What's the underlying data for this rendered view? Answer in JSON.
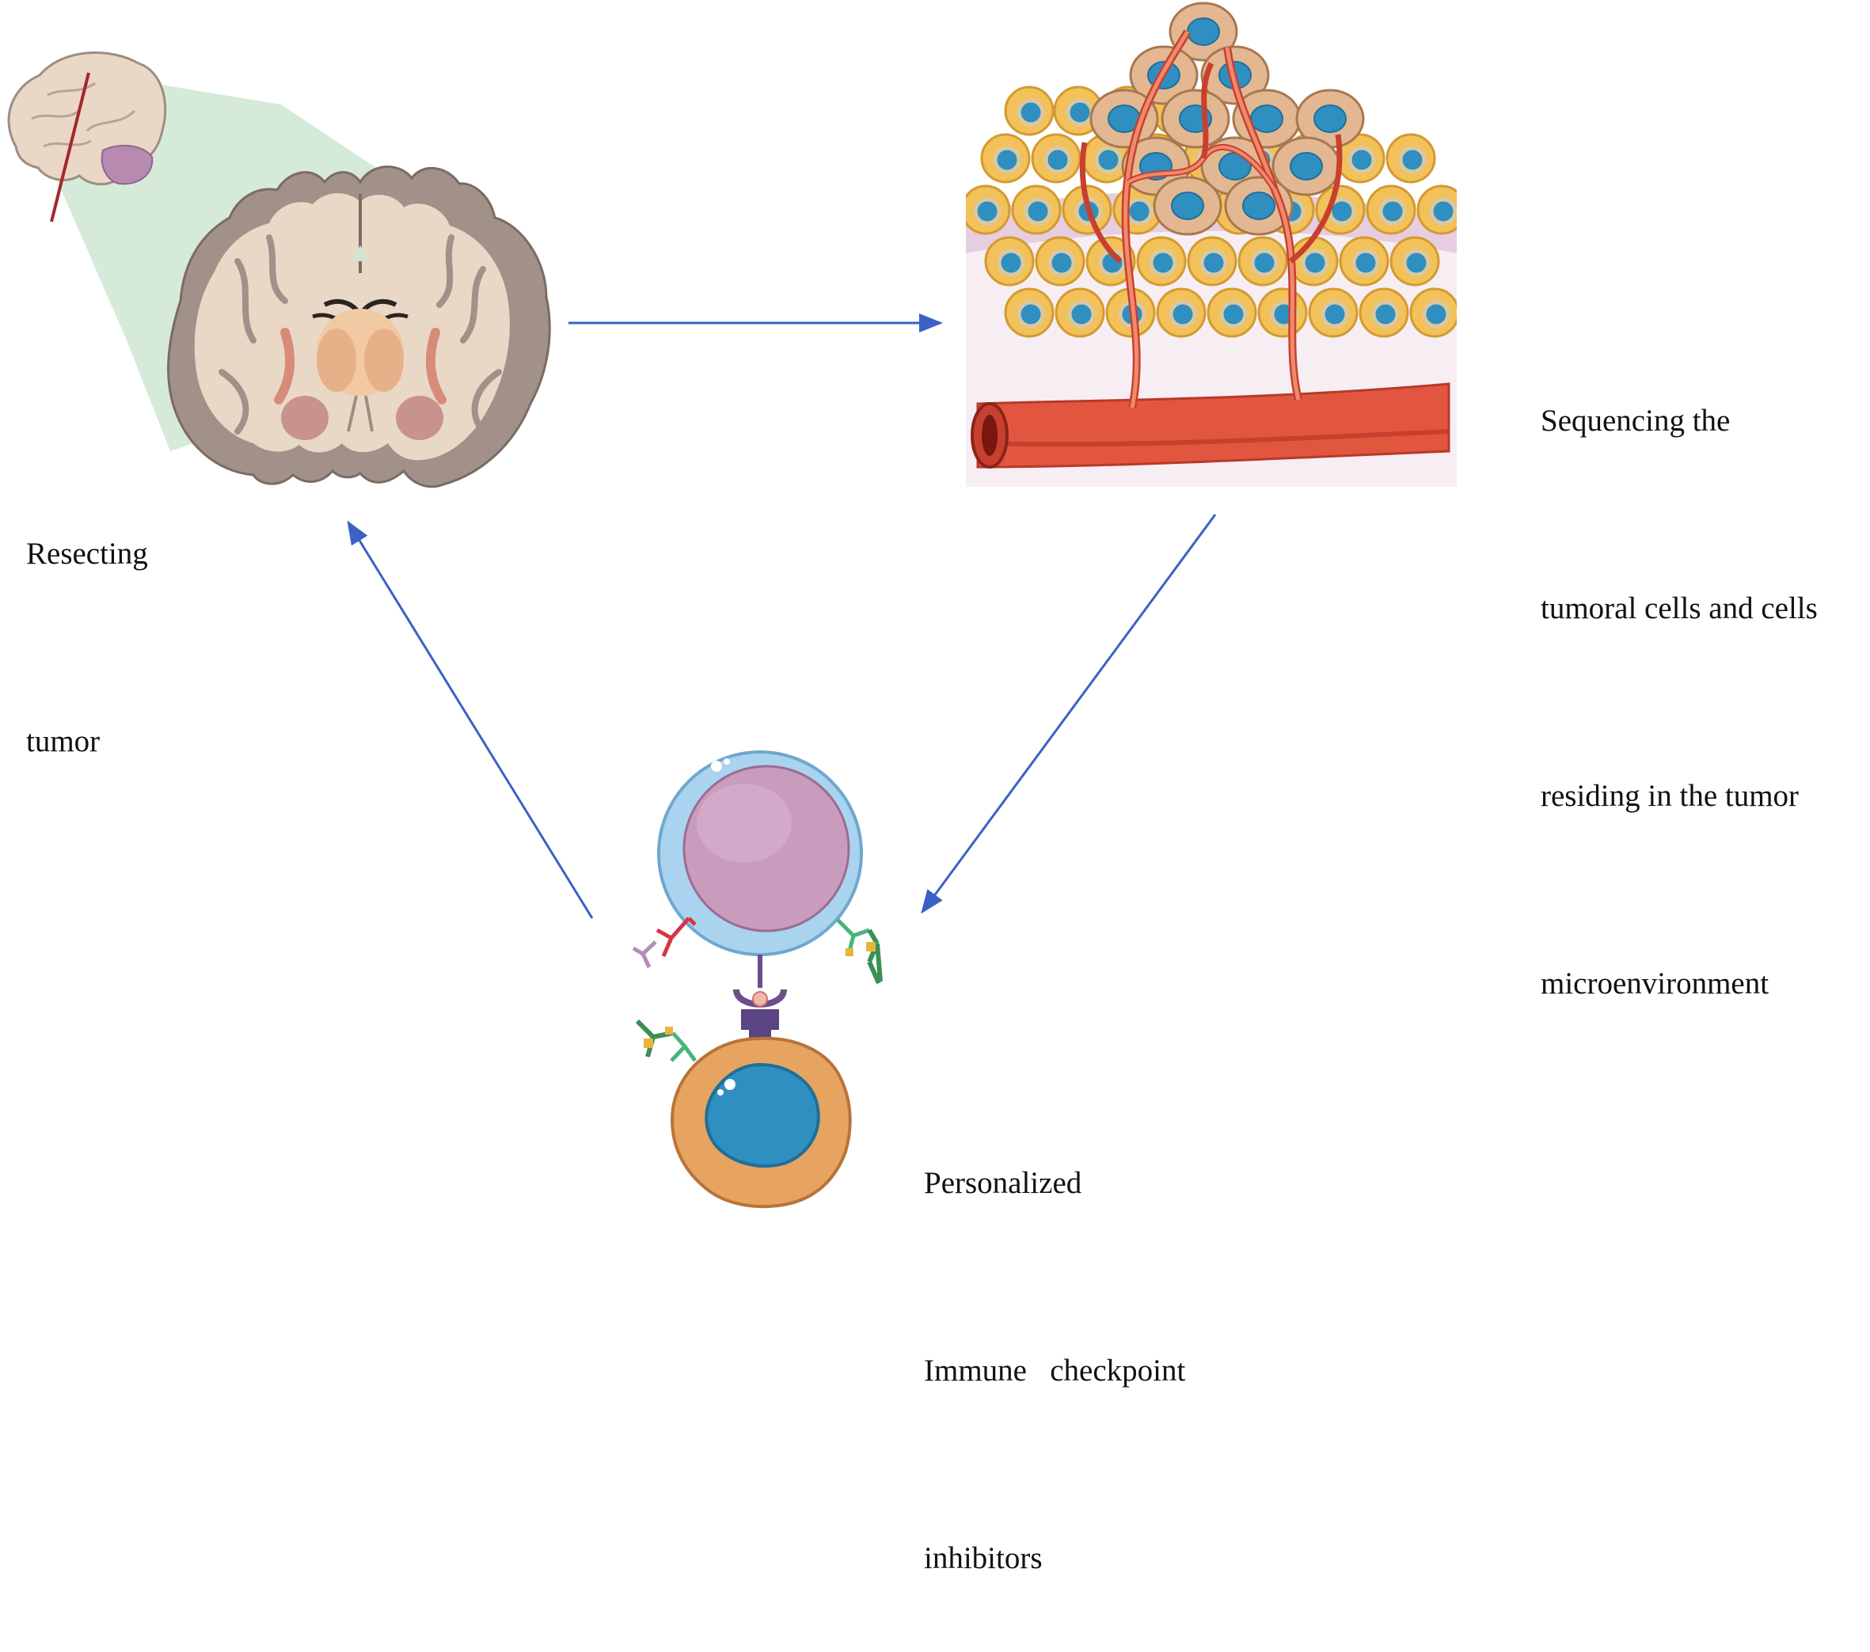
{
  "steps": {
    "resect": {
      "lines": [
        "Resecting",
        "tumor"
      ]
    },
    "sequence": {
      "lines": [
        "Sequencing the",
        "tumoral cells and cells",
        "residing in the tumor",
        "microenvironment"
      ]
    },
    "inhibitors": {
      "lines": [
        "Personalized",
        "Immune   checkpoint",
        "inhibitors"
      ]
    }
  },
  "colors": {
    "arrow": "#3a62c4",
    "brain_tissue": "#e7d5c4",
    "brain_outline": "#8e8178",
    "highlight_wedge": "#cfe6d2",
    "tumor_cell": "#f3c15a",
    "nucleus": "#2f8fc0",
    "blood_vessel": "#e2563f",
    "lymphocyte_membrane": "#a9d3ee",
    "lymphocyte_body": "#c99bbd",
    "tumor_target_cell": "#e7a460"
  },
  "icons": [
    "brain-icon",
    "brain-coronal-section-icon",
    "tumor-microenvironment-icon",
    "t-cell-icon",
    "antibody-icon",
    "tumor-cell-icon"
  ]
}
